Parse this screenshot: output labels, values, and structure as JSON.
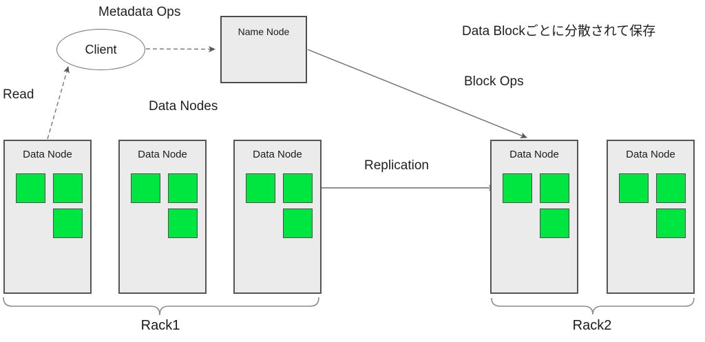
{
  "labels": {
    "metadata_ops": "Metadata Ops",
    "client": "Client",
    "name_node": "Name Node",
    "read": "Read",
    "data_nodes": "Data Nodes",
    "note_jp": "Data Blockごとに分散されて保存",
    "block_ops": "Block Ops",
    "replication": "Replication"
  },
  "racks": [
    {
      "label": "Rack1",
      "nodes": [
        {
          "title": "Data Node",
          "blocks": 3
        },
        {
          "title": "Data Node",
          "blocks": 3
        },
        {
          "title": "Data Node",
          "blocks": 3
        }
      ]
    },
    {
      "label": "Rack2",
      "nodes": [
        {
          "title": "Data Node",
          "blocks": 3
        },
        {
          "title": "Data Node",
          "blocks": 3
        }
      ]
    }
  ],
  "edges": [
    {
      "label": "Metadata Ops",
      "from": "Client",
      "to": "Name Node",
      "style": "dashed-arrow"
    },
    {
      "label": "Read",
      "from": "Rack1 Data Node 1",
      "to": "Client",
      "style": "dashed-arrow"
    },
    {
      "label": "Block Ops",
      "from": "Name Node",
      "to": "Rack2 Data Node 1",
      "style": "solid-arrow"
    },
    {
      "label": "Replication",
      "from": "Rack1 Data Node 3",
      "to": "Rack2 Data Node 1",
      "style": "solid-double-arrow"
    }
  ],
  "colors": {
    "block_green": "#00e640",
    "node_fill": "#ebebeb",
    "node_border": "#4d4d4d",
    "line_gray": "#707070",
    "background": "#ffffff"
  }
}
